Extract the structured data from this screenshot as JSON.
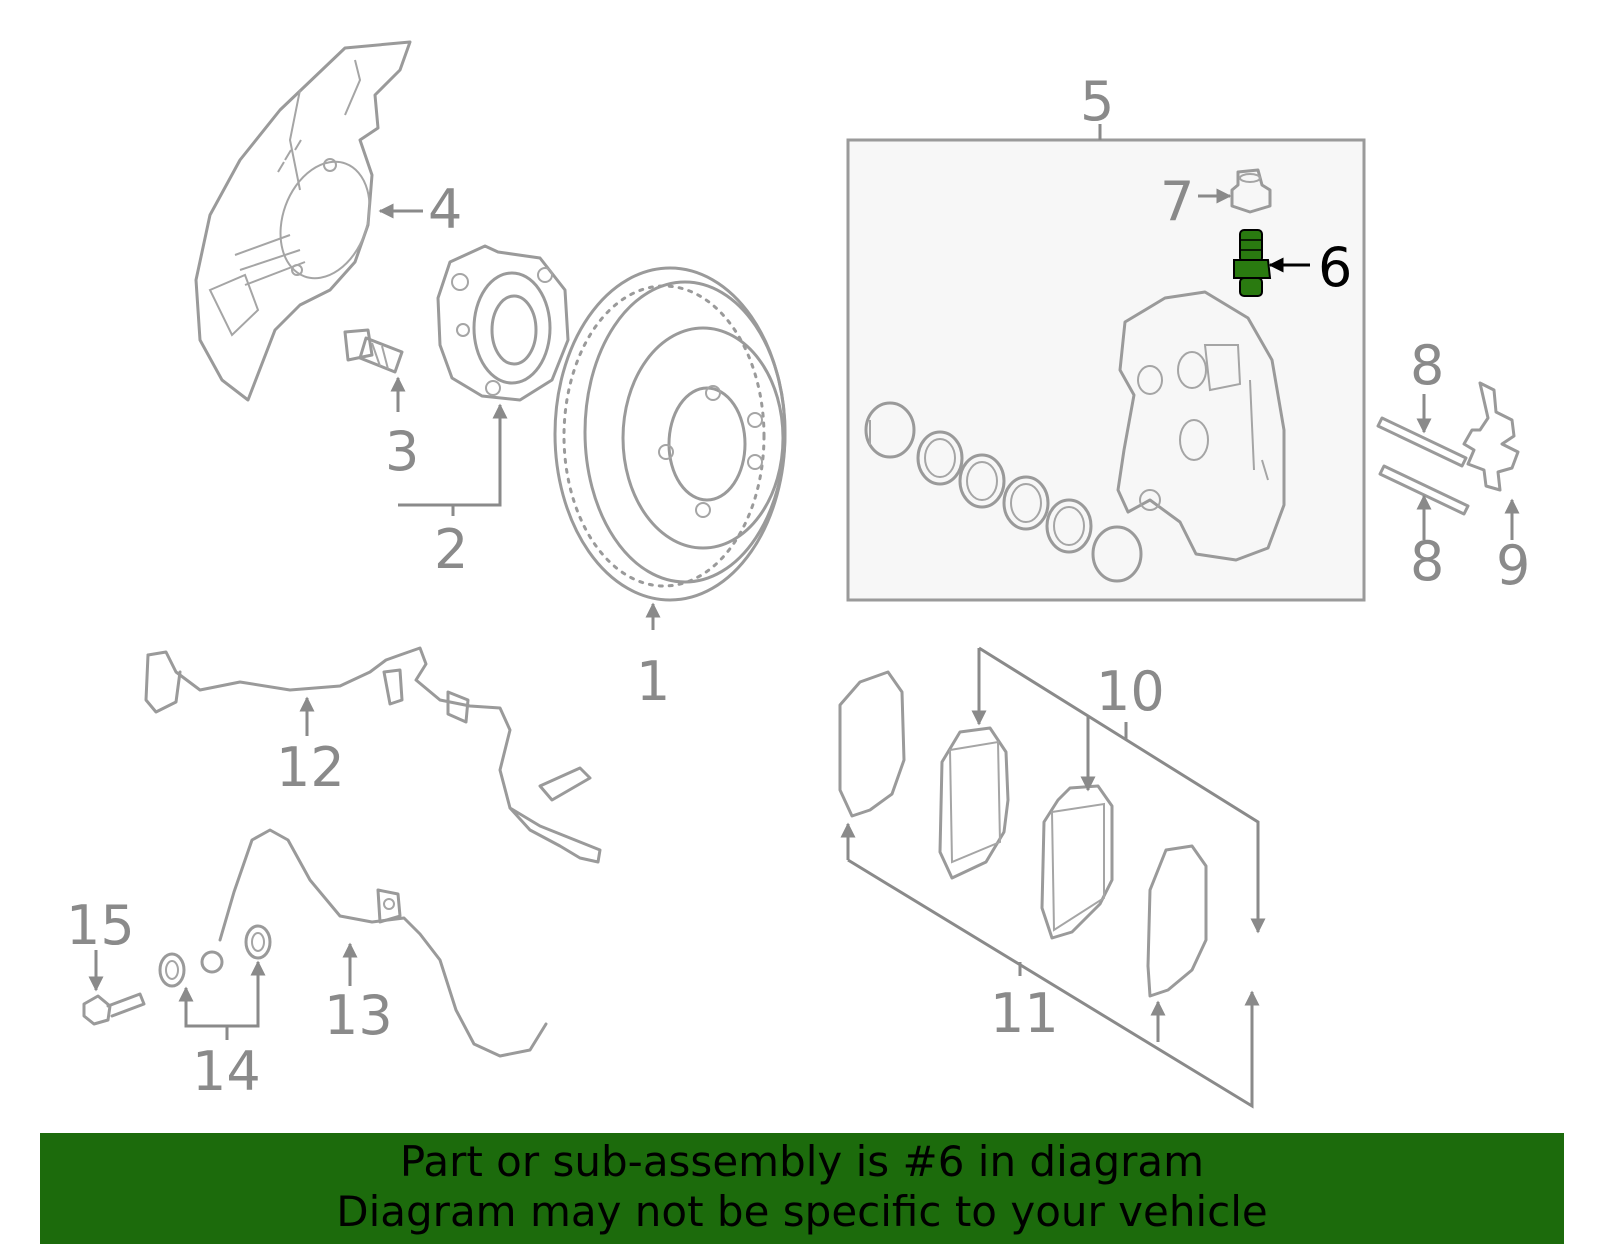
{
  "diagram": {
    "callouts": {
      "c1": "1",
      "c2": "2",
      "c3": "3",
      "c4": "4",
      "c5": "5",
      "c6": "6",
      "c7": "7",
      "c8a": "8",
      "c8b": "8",
      "c9": "9",
      "c10": "10",
      "c11": "11",
      "c12": "12",
      "c13": "13",
      "c14": "14",
      "c15": "15"
    },
    "highlighted_part": "6",
    "highlight_color": "#2a7a10"
  },
  "banner": {
    "line1": "Part or sub-assembly is #6 in diagram",
    "line2": "Diagram may not be specific to your vehicle",
    "background": "#1c6b0c"
  }
}
